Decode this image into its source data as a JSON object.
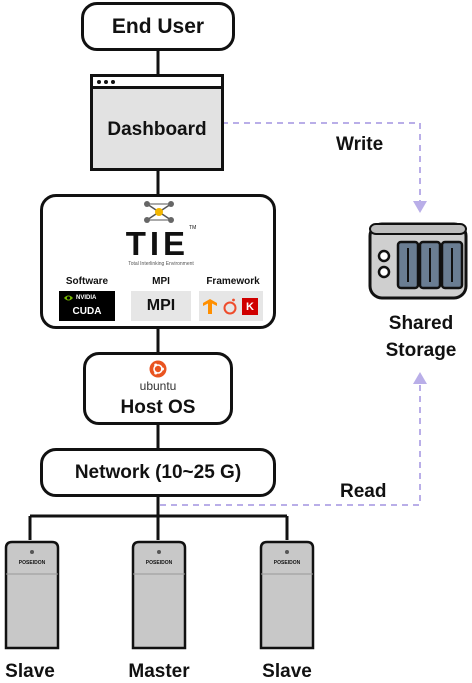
{
  "end_user": "End User",
  "dashboard": "Dashboard",
  "tie": {
    "logo_text": "TIE",
    "trademark": "TM",
    "subtitle": "Total Interlinking Environment",
    "software_label": "Software",
    "nvidia_text": "NVIDIA",
    "cuda_text": "CUDA",
    "mpi_label": "MPI",
    "mpi_box_text": "MPI",
    "framework_label": "Framework"
  },
  "host": {
    "ubuntu_text": "ubuntu",
    "label": "Host OS"
  },
  "network": "Network (10~25 G)",
  "storage": {
    "line1": "Shared",
    "line2": "Storage"
  },
  "edges": {
    "write": "Write",
    "read": "Read"
  },
  "servers": [
    {
      "label": "Slave",
      "brand": "POSEIDON"
    },
    {
      "label": "Master",
      "brand": "POSEIDON"
    },
    {
      "label": "Slave",
      "brand": "POSEIDON"
    }
  ],
  "colors": {
    "dashed": "#b9aee8",
    "border": "#111111",
    "server": "#c8c8c8",
    "ubuntu": "#e95420"
  }
}
